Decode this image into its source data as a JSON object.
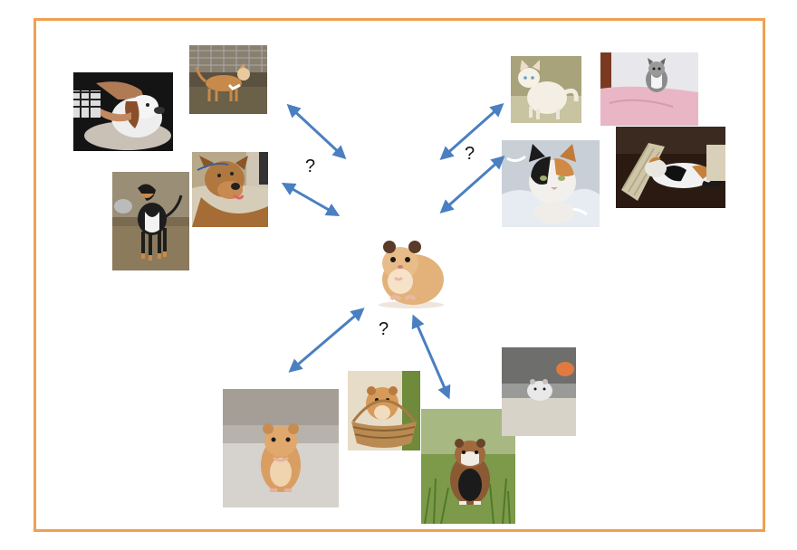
{
  "diagram": {
    "question_marks": [
      "?",
      "?",
      "?"
    ],
    "colors": {
      "frame": "#f0a050",
      "arrow": "#4a7fc1"
    },
    "groups": [
      {
        "name": "dog-photos",
        "count": 4
      },
      {
        "name": "cat-photos",
        "count": 4
      },
      {
        "name": "hamster-photos",
        "count": 4
      }
    ],
    "center": "hamster-photo"
  }
}
